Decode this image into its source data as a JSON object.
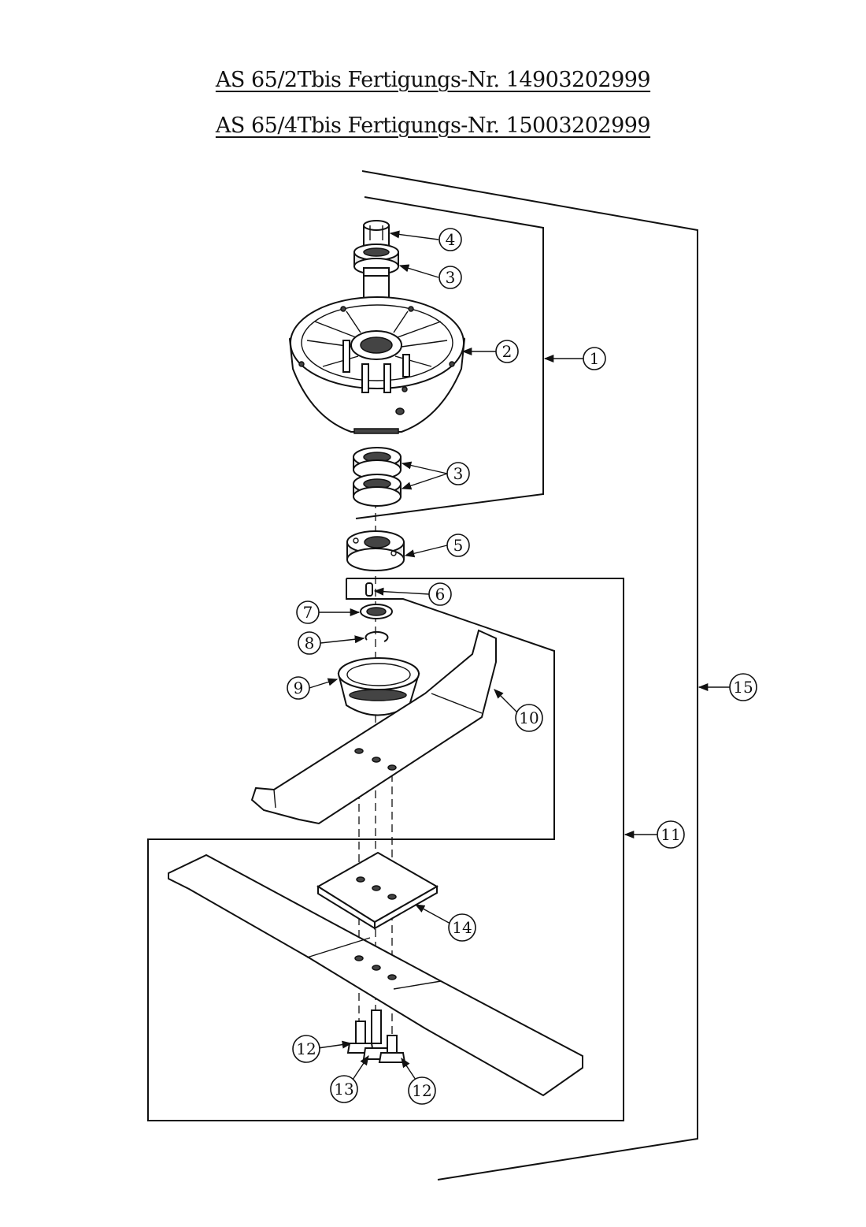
{
  "titles": {
    "line1": "AS 65/2Tbis Fertigungs-Nr. 14903202999",
    "line2": "AS 65/4Tbis Fertigungs-Nr. 15003202999"
  },
  "callouts": {
    "c1": "1",
    "c2": "2",
    "c3a": "3",
    "c3b": "3",
    "c4": "4",
    "c5": "5",
    "c6": "6",
    "c7": "7",
    "c8": "8",
    "c9": "9",
    "c10": "10",
    "c11": "11",
    "c12a": "12",
    "c12b": "12",
    "c13": "13",
    "c14": "14",
    "c15": "15"
  }
}
